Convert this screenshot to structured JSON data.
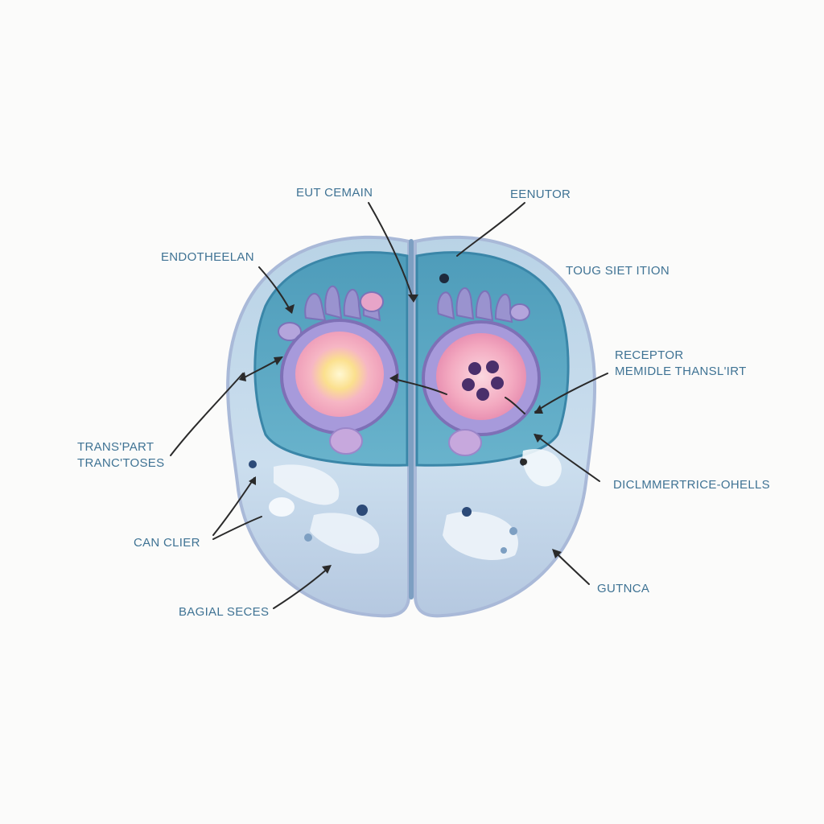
{
  "colors": {
    "background": "#fbfbfa",
    "label_text": "#3f7394",
    "leader_line": "#2a2a2a",
    "cell_outline": "#a9b9d8",
    "cell_body": "#c9dbea",
    "cell_top": "#5aa6c2",
    "cell_top_dark": "#3f8fb0",
    "nucleus_ring": "#8d7fc0",
    "nucleus_fill": "#f3a7bd",
    "nucleolus_left": "#f7e9a6",
    "nucleolus_right_dots": "#4a2f6b",
    "granule": "#2c4a78",
    "vacuole": "#eef4fa"
  },
  "labels": {
    "eut_cemain": "EUT CEMAIN",
    "eenutor": "EENUTOR",
    "endotheelan": "ENDOTHEELAN",
    "toug_set_ition": "TOUG SIET ITION",
    "receptor_line1": "RECEPTOR",
    "receptor_line2": "MEMIDLE THANSL'IRT",
    "transpart_line1": "TRANS'PART",
    "transpart_line2": "TRANC'TOSES",
    "dclammer": "DICLMMERTRICE-OHELLS",
    "can_clier": "CAN CLIER",
    "gutnca": "GUTNCA",
    "bagial_seces": "BAGIAL SECES"
  },
  "icons": {
    "left_cell": "cell-left-icon",
    "right_cell": "cell-right-icon"
  }
}
